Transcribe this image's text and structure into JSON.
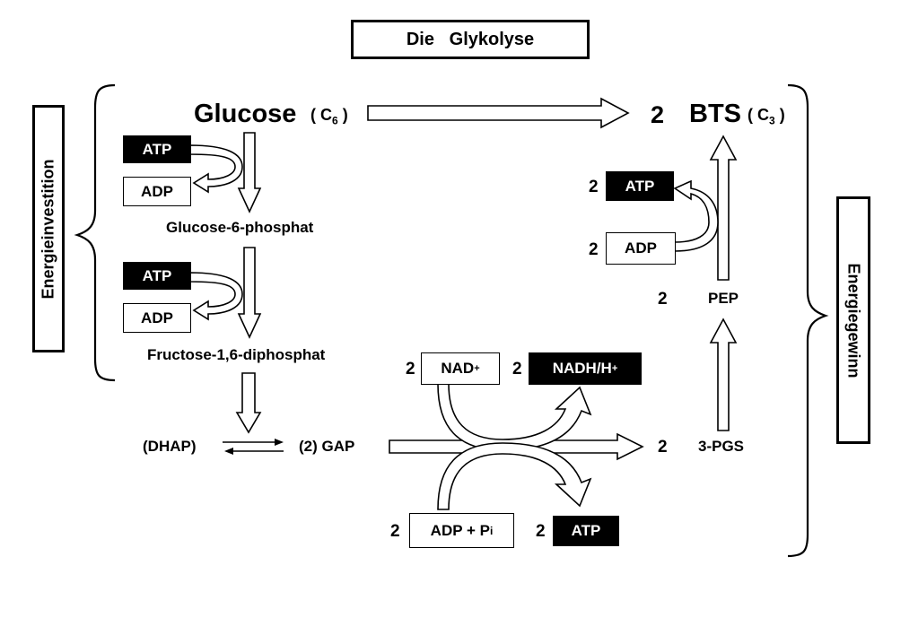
{
  "title": "Die   Glykolyse",
  "top_row": {
    "glucose": "Glucose",
    "glucose_formula_open": "( C",
    "glucose_formula_sub": "6",
    "glucose_formula_close": " )",
    "bts_count": "2",
    "bts": "BTS",
    "bts_formula_open": "( C",
    "bts_formula_sub": "3",
    "bts_formula_close": " )"
  },
  "side_labels": {
    "left": "Energieinvestition",
    "right": "Energiegewinn"
  },
  "investment": {
    "step1_atp": "ATP",
    "step1_adp": "ADP",
    "glucose_6_phosphat": "Glucose-6-phosphat",
    "step2_atp": "ATP",
    "step2_adp": "ADP",
    "fructose_diphosphat": "Fructose-1,6-diphosphat"
  },
  "split": {
    "dhap": "(DHAP)",
    "gap": "(2) GAP"
  },
  "gap_oxidation": {
    "nad_count": "2",
    "nad": "NAD",
    "nad_sup": "+",
    "nadh_count": "2",
    "nadh": "NADH/H",
    "nadh_sup": "+",
    "adp_pi_count": "2",
    "adp_pi": "ADP + P",
    "adp_pi_sub": "i",
    "atp_count": "2",
    "atp": "ATP"
  },
  "payoff": {
    "pgs_count": "2",
    "pgs": "3-PGS",
    "pep_count": "2",
    "pep": "PEP",
    "adp_count": "2",
    "adp": "ADP",
    "atp_count": "2",
    "atp": "ATP"
  }
}
